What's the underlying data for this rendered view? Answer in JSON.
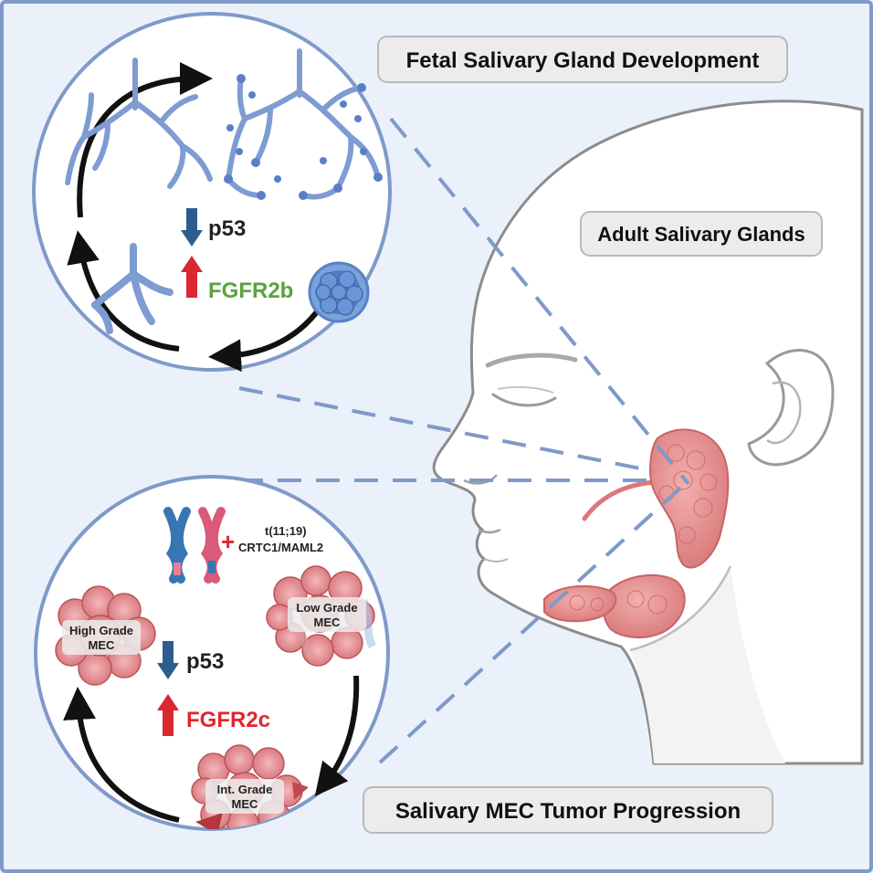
{
  "labels": {
    "fetal_title": "Fetal Salivary Gland Development",
    "adult_title": "Adult Salivary Glands",
    "mec_title": "Salivary MEC Tumor Progression",
    "p53_top": "p53",
    "fgfr2b": "FGFR2b",
    "p53_bottom": "p53",
    "fgfr2c": "FGFR2c",
    "translocation_line1": "t(11;19)",
    "translocation_line2": "CRTC1/MAML2",
    "low_grade_line1": "Low Grade",
    "low_grade_line2": "MEC",
    "high_grade_line1": "High Grade",
    "high_grade_line2": "MEC",
    "int_grade_line1": "Int. Grade",
    "int_grade_line2": "MEC",
    "plus_sign": "+"
  },
  "colors": {
    "background": "#eaf1fa",
    "frame": "#7f9ac9",
    "circle_stroke": "#7f9ac9",
    "circle_fill": "#ffffff",
    "dashed_line": "#7f9ac9",
    "gland_branch": "#7e9bd2",
    "gland_bud": "#5a7fc6",
    "arrow_down": "#2c5d8e",
    "arrow_up": "#d9282f",
    "fgfr2b_text": "#5aa33f",
    "fgfr2c_text": "#e0262c",
    "tumor_pink": "#e88f94",
    "tumor_dark": "#b95559",
    "gland_pink": "#e59592",
    "face_stroke": "#8c8c8c",
    "label_box": "#ececec"
  },
  "icons": {
    "down_arrow": "down-arrow-icon",
    "up_arrow": "up-arrow-icon",
    "chromosome": "chromosome-icon",
    "cell_cluster": "cell-cluster-icon",
    "tumor_cells": "tumor-cells-icon"
  }
}
